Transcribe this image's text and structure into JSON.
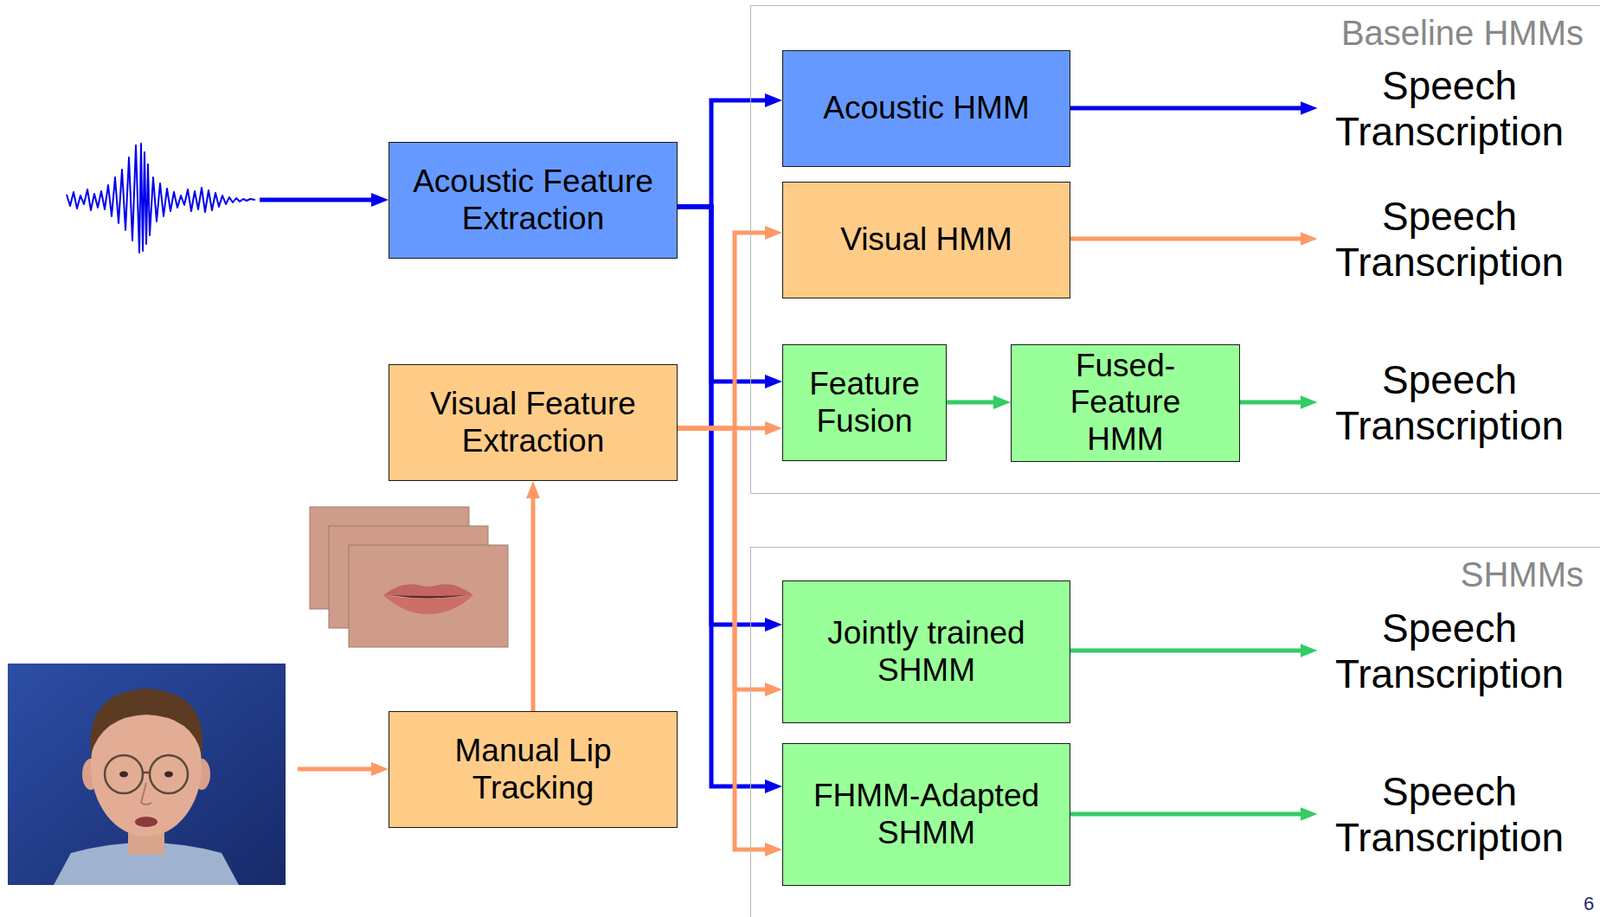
{
  "diagram": {
    "nodes": [
      {
        "text": [
          "Acoustic Feature Extraction"
        ]
      },
      {
        "text": [
          "Visual Feature Extraction"
        ]
      },
      {
        "text": [
          "Manual Lip Tracking"
        ]
      },
      {
        "text": [
          "Baseline HMMs"
        ]
      },
      {
        "text": [
          "Acoustic HMM"
        ],
        "in": 3
      },
      {
        "text": [
          "Speech Transcription"
        ],
        "in": 3
      },
      {
        "text": [
          "Visual HMM"
        ],
        "in": 3
      },
      {
        "text": [
          "Speech Transcription"
        ],
        "in": 3
      },
      {
        "text": [
          "Feature Fusion"
        ],
        "in": 3
      },
      {
        "text": [
          "Fused-Feature HMM"
        ],
        "in": 3
      },
      {
        "text": [
          "Speech Transcription"
        ],
        "in": 3
      },
      {
        "text": [
          "SHMMs"
        ]
      },
      {
        "text": [
          "Jointly trained SHMM"
        ],
        "in": 11
      },
      {
        "text": [
          "Speech Transcription"
        ],
        "in": 11
      },
      {
        "text": [
          "FHMM-Adapted SHMM"
        ],
        "in": 11
      },
      {
        "text": [
          "Speech Transcription"
        ],
        "in": 11
      }
    ],
    "edges": [
      {
        "from": 2,
        "to": 1,
        "arrow": "to"
      },
      {
        "from": 0,
        "to": 4,
        "arrow": "to"
      },
      {
        "from": 0,
        "to": 8,
        "arrow": "to"
      },
      {
        "from": 0,
        "to": 12,
        "arrow": "to"
      },
      {
        "from": 0,
        "to": 14,
        "arrow": "to"
      },
      {
        "from": 1,
        "to": 6,
        "arrow": "to"
      },
      {
        "from": 1,
        "to": 8,
        "arrow": "to"
      },
      {
        "from": 1,
        "to": 12,
        "arrow": "to"
      },
      {
        "from": 1,
        "to": 14,
        "arrow": "to"
      },
      {
        "from": 4,
        "to": 5,
        "arrow": "to"
      },
      {
        "from": 6,
        "to": 7,
        "arrow": "to"
      },
      {
        "from": 8,
        "to": 9,
        "arrow": "to"
      },
      {
        "from": 9,
        "to": 10,
        "arrow": "to"
      },
      {
        "from": 12,
        "to": 13,
        "arrow": "to"
      },
      {
        "from": 14,
        "to": 15,
        "arrow": "to"
      }
    ],
    "labels": [
      "6"
    ]
  }
}
